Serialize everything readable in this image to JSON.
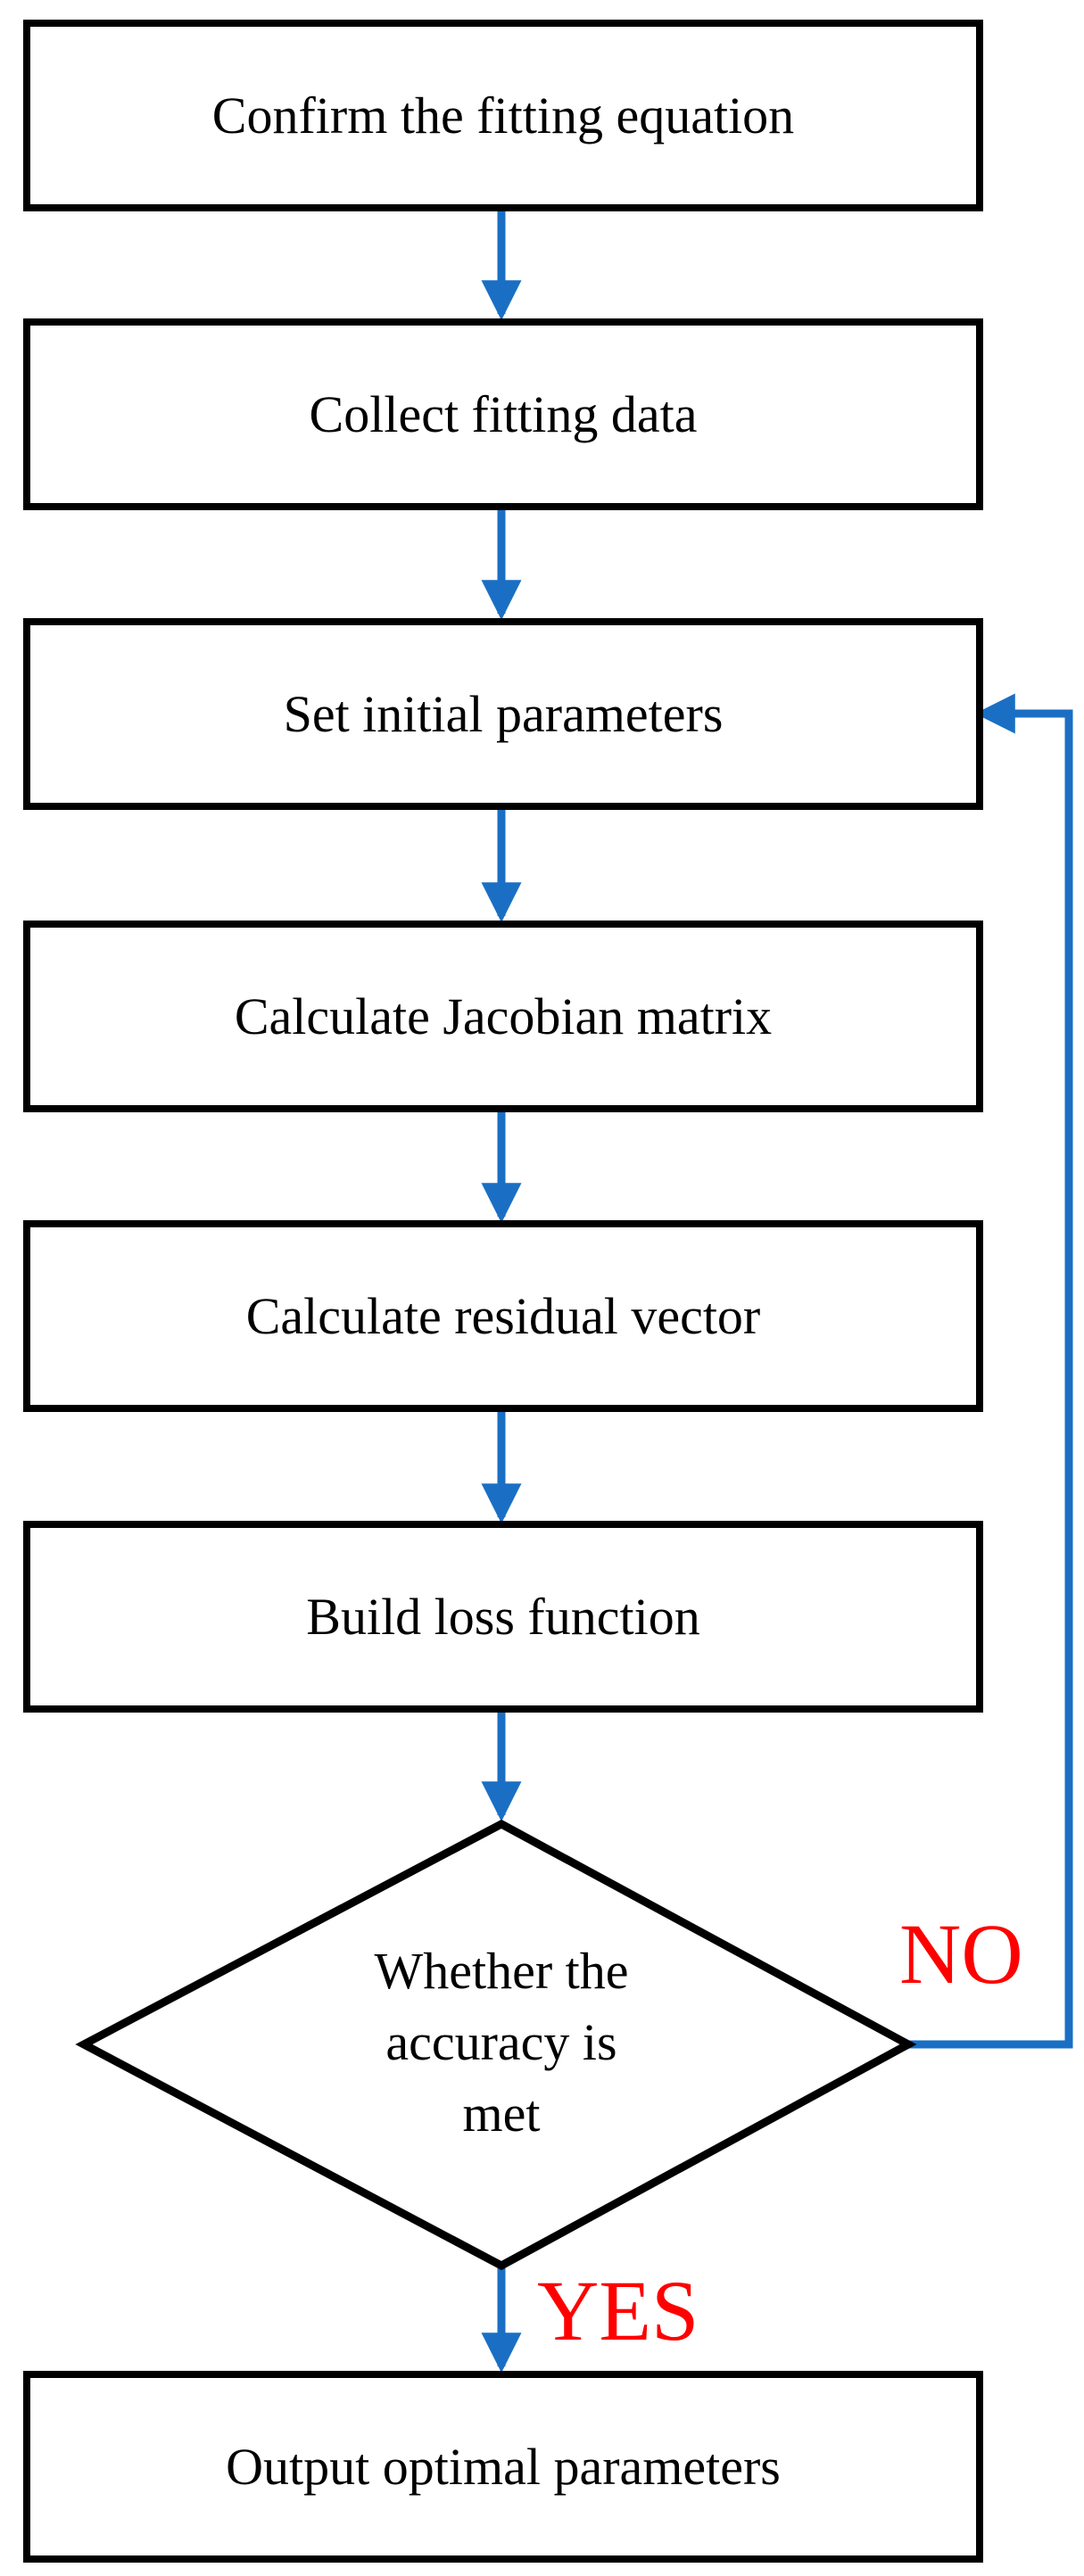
{
  "steps": {
    "confirm_equation": "Confirm the fitting equation",
    "collect_data": "Collect fitting data",
    "set_initial_params": "Set initial parameters",
    "calc_jacobian": "Calculate Jacobian matrix",
    "calc_residual": "Calculate residual vector",
    "build_loss": "Build loss function",
    "output_params": "Output optimal parameters"
  },
  "decision": {
    "question": "Whether the\naccuracy is\nmet",
    "no_label": "NO",
    "yes_label": "YES"
  },
  "colors": {
    "arrow": "#1a6fc4",
    "label": "#ff0000",
    "border": "#000000"
  }
}
